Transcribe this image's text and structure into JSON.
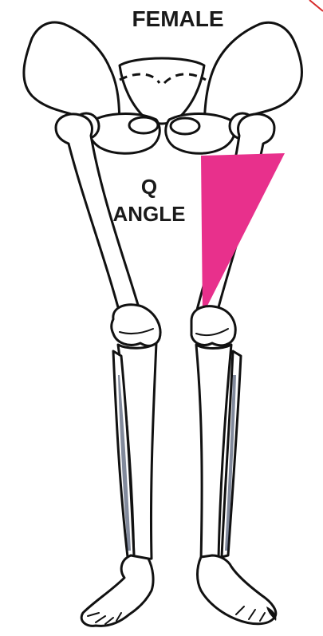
{
  "title": "FEMALE",
  "q_label": {
    "line1": "Q",
    "line2": "ANGLE"
  },
  "colors": {
    "q_angle_fill": "#e8308c",
    "bone_outline": "#111111",
    "background": "#ffffff"
  }
}
